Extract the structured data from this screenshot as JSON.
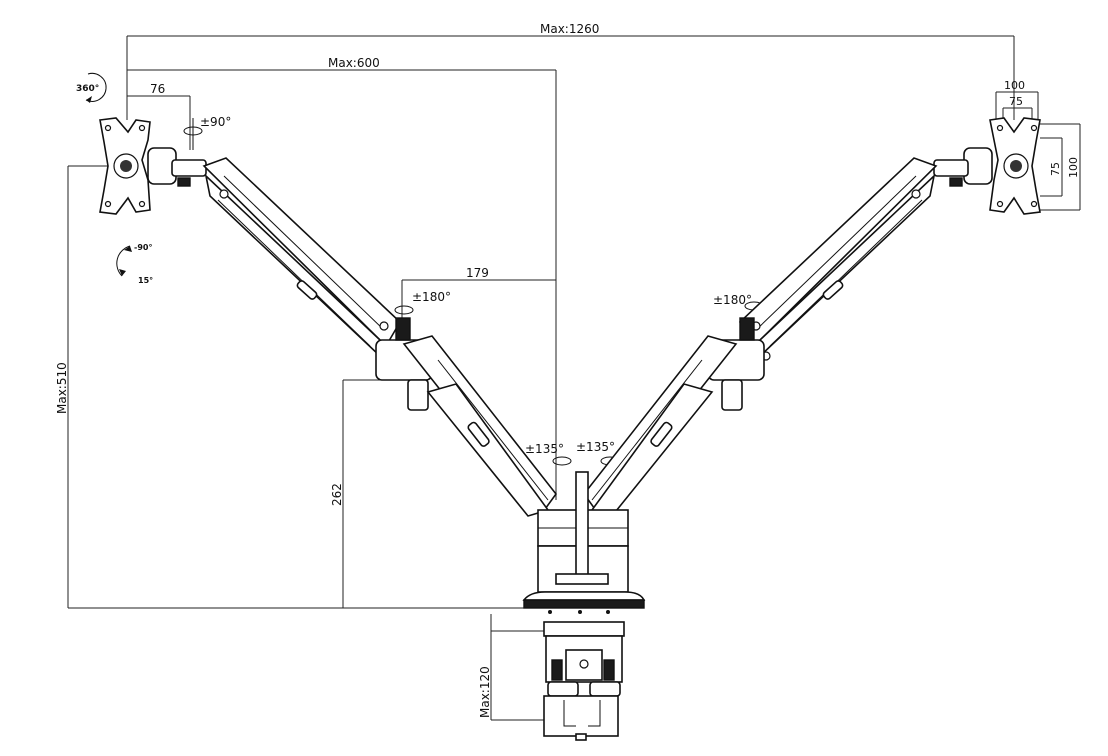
{
  "dimensions": {
    "overall_width": "Max:1260",
    "arm_reach": "Max:600",
    "vesa_offset": "76",
    "elbow_offset": "179",
    "max_height": "Max:510",
    "base_height": "262",
    "clamp_range": "Max:120",
    "vesa_outer_h": "100",
    "vesa_inner_h": "75",
    "vesa_inner_v": "75",
    "vesa_outer_v": "100"
  },
  "angles": {
    "rotation": "360°",
    "swivel_head": "±90°",
    "tilt_up": "-90°",
    "tilt_down": "15°",
    "elbow_left": "±180°",
    "elbow_right": "±180°",
    "base_left": "±135°",
    "base_right": "±135°"
  }
}
